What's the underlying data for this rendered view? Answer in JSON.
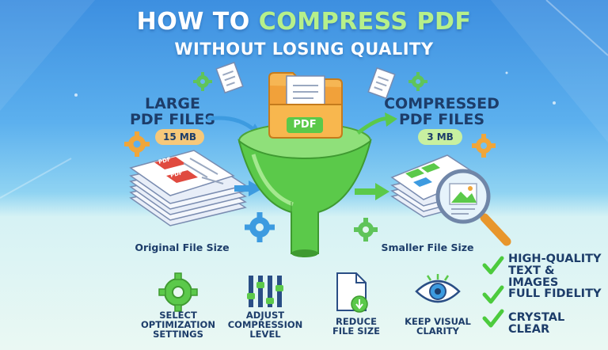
{
  "title": {
    "part1": "HOW TO ",
    "part2": "COMPRESS PDF",
    "line2": "WITHOUT LOSING QUALITY"
  },
  "left": {
    "label_line1": "LARGE",
    "label_line2": "PDF FILES",
    "size": "15 MB",
    "caption": "Original File Size",
    "doc_tag1": "PDF",
    "doc_tag2": "PDF"
  },
  "right": {
    "label_line1": "COMPRESSED",
    "label_line2": "PDF FILES",
    "size": "3 MB",
    "caption": "Smaller File Size"
  },
  "funnel": {
    "file_tag": "PDF"
  },
  "steps": [
    {
      "line1": "SELECT",
      "line2": "OPTIMIZATION",
      "line3": "SETTINGS",
      "icon": "gear-icon"
    },
    {
      "line1": "ADJUST",
      "line2": "COMPRESSION",
      "line3": "LEVEL",
      "icon": "sliders-icon"
    },
    {
      "line1": "REDUCE",
      "line2": "FILE SIZE",
      "icon": "file-download-icon"
    },
    {
      "line1": "KEEP VISUAL",
      "line2": "CLARITY",
      "icon": "eye-icon"
    }
  ],
  "benefits": [
    {
      "line1": "HIGH-QUALITY",
      "line2": "TEXT & IMAGES"
    },
    {
      "line1": "FULL FIDELITY"
    },
    {
      "line1": "CRYSTAL CLEAR"
    }
  ],
  "colors": {
    "accent_green": "#4ccb3d",
    "navy": "#1d3d6a",
    "folder_orange": "#f1a13a",
    "pill_orange": "#f6c87a",
    "pill_green": "#c8f0a0"
  }
}
